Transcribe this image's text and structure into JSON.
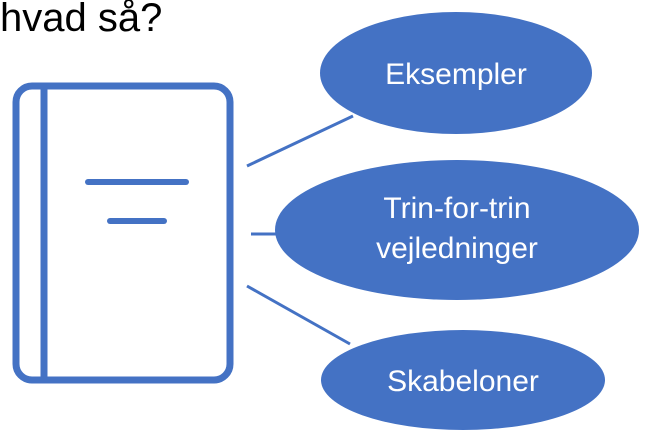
{
  "title": "hvad så?",
  "colors": {
    "accent": "#4472C4",
    "text_on_accent": "#ffffff",
    "title_text": "#000000"
  },
  "icon": "book-icon",
  "nodes": [
    {
      "id": "examples",
      "lines": [
        "Eksempler"
      ]
    },
    {
      "id": "step-by-step",
      "lines": [
        "Trin-for-trin",
        "vejledninger"
      ]
    },
    {
      "id": "templates",
      "lines": [
        "Skabeloner"
      ]
    }
  ]
}
